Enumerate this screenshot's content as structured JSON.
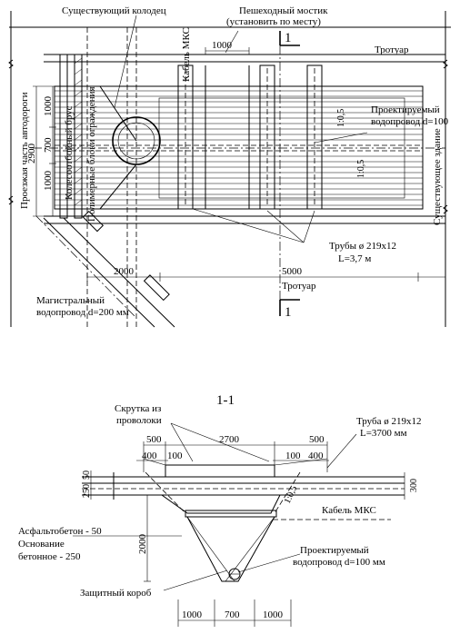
{
  "plan": {
    "existing_well": "Существующий колодец",
    "footbridge_line1": "Пешеходный мостик",
    "footbridge_line2": "(установить по месту)",
    "section_mark_top": "1",
    "section_mark_bottom": "1",
    "cable": "Кабель МКС",
    "sidewalk_top": "Тротуар",
    "sidewalk_bottom": "Тротуар",
    "road": "Проезжая часть автодороги",
    "wheel_beam": "Колесоотбойный брус",
    "polymer_blocks": "Полимерные блоки ограждения",
    "existing_building": "Существующее здание",
    "designed_water_line1": "Проектируемый",
    "designed_water_line2": "водопровод d=100",
    "slope_1": "1:0,5",
    "slope_2": "1:0,5",
    "pipes_line1": "Трубы ø 219х12",
    "pipes_line2": "L=3,7 м",
    "main_water_line1": "Магистральный",
    "main_water_line2": "водопровод d=200 мм",
    "dim_1000_top": "1000",
    "dim_2900": "2900",
    "dim_1000_v1": "1000",
    "dim_700_v": "700",
    "dim_1000_v2": "1000",
    "dim_2000": "2000",
    "dim_5000": "5000"
  },
  "section": {
    "title": "1-1",
    "wire_twist_line1": "Скрутка из",
    "wire_twist_line2": "проволоки",
    "pipe_line1": "Труба ø 219х12",
    "pipe_line2": "L=3700 мм",
    "dim_2700": "2700",
    "dim_500_left": "500",
    "dim_500_right": "500",
    "dim_400_left": "400",
    "dim_100_left": "100",
    "dim_100_right": "100",
    "dim_400_right": "400",
    "dim_250": "250",
    "dim_50": "50",
    "dim_300": "300",
    "slope": "1:0,5",
    "cable": "Кабель МКС",
    "asphalt": "Асфальтобетон - 50",
    "base_line1": "Основание",
    "base_line2": "бетонное - 250",
    "dim_2000": "2000",
    "designed_water_line1": "Проектируемый",
    "designed_water_line2": "водопровод d=100 мм",
    "protective_box": "Защитный короб",
    "dim_1000_left": "1000",
    "dim_700": "700",
    "dim_1000_right": "1000"
  }
}
